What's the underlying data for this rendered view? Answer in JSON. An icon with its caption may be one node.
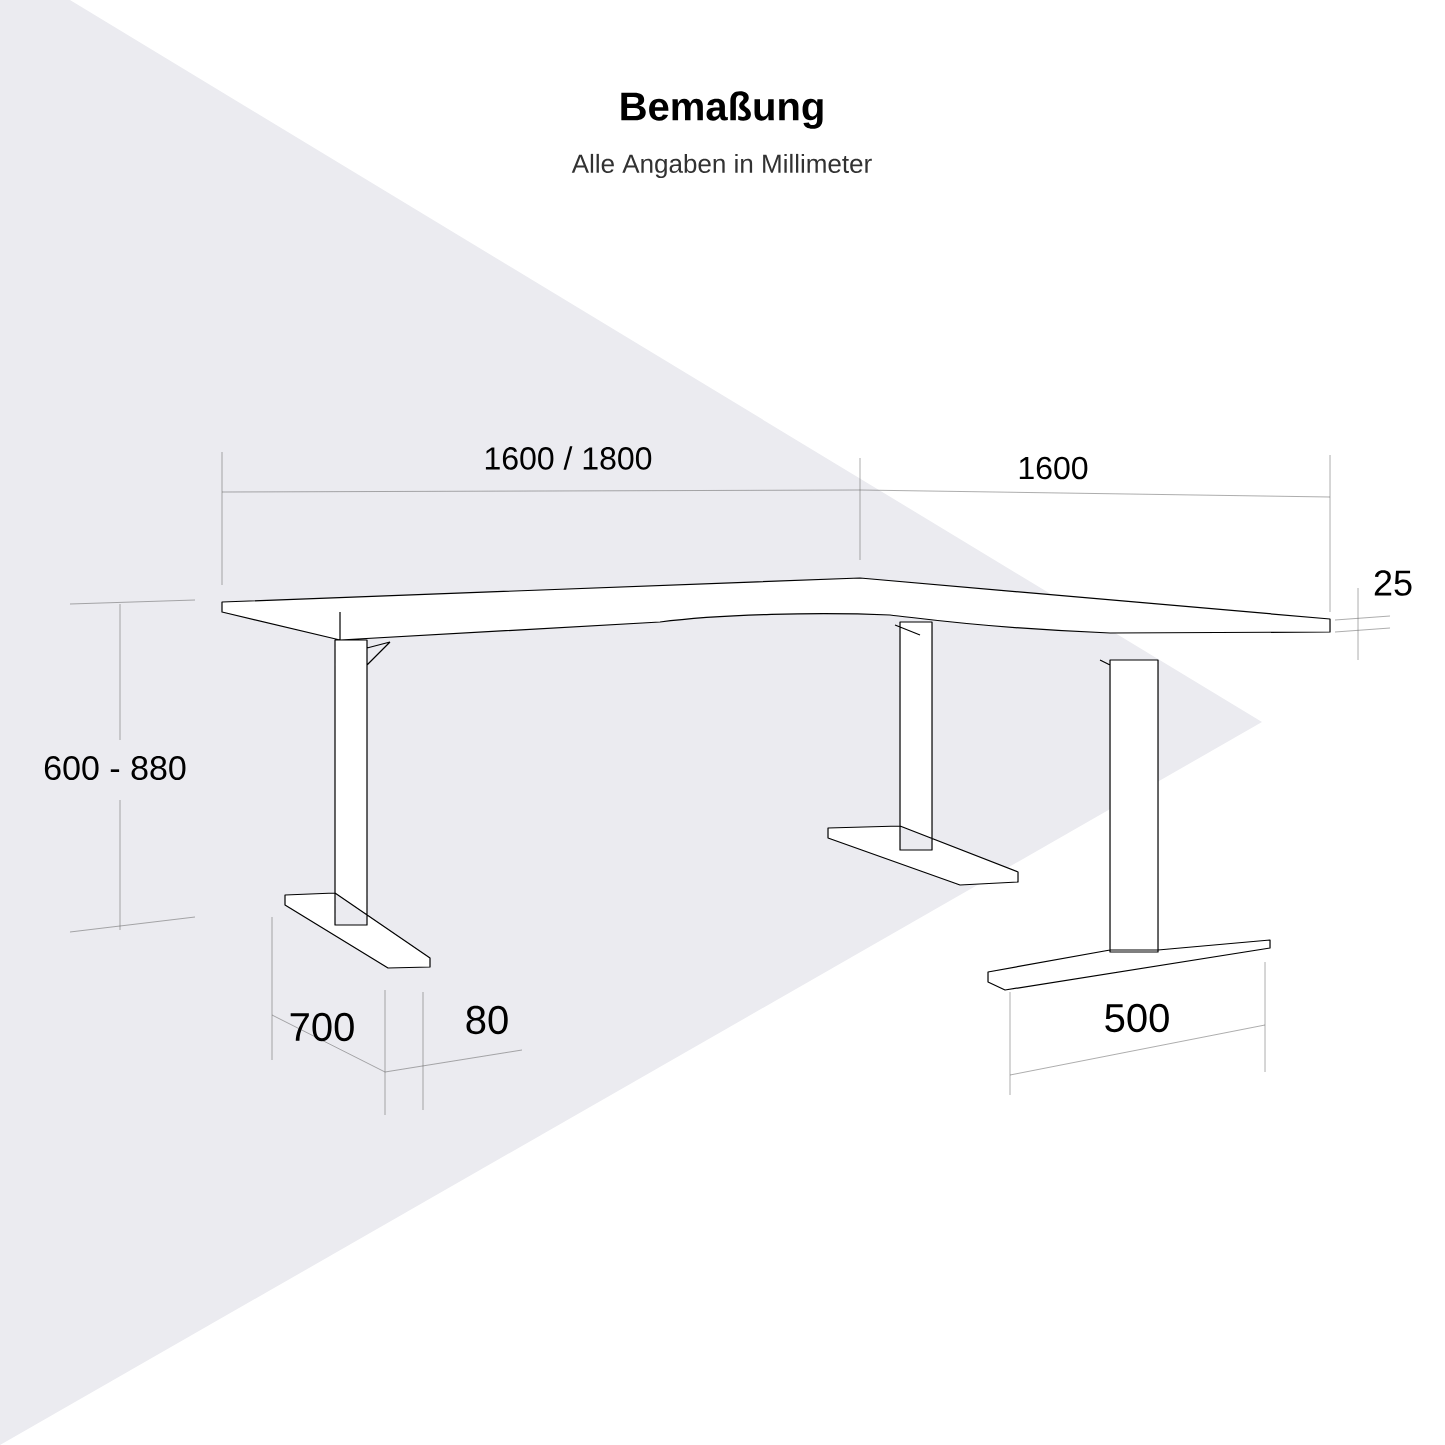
{
  "diagram": {
    "title": "Bemaßung",
    "caption": "Alle Angaben in Millimeter",
    "labels": [
      "1600 / 1800",
      "1600",
      "25",
      "600 - 880",
      "700",
      "80",
      "500"
    ]
  }
}
